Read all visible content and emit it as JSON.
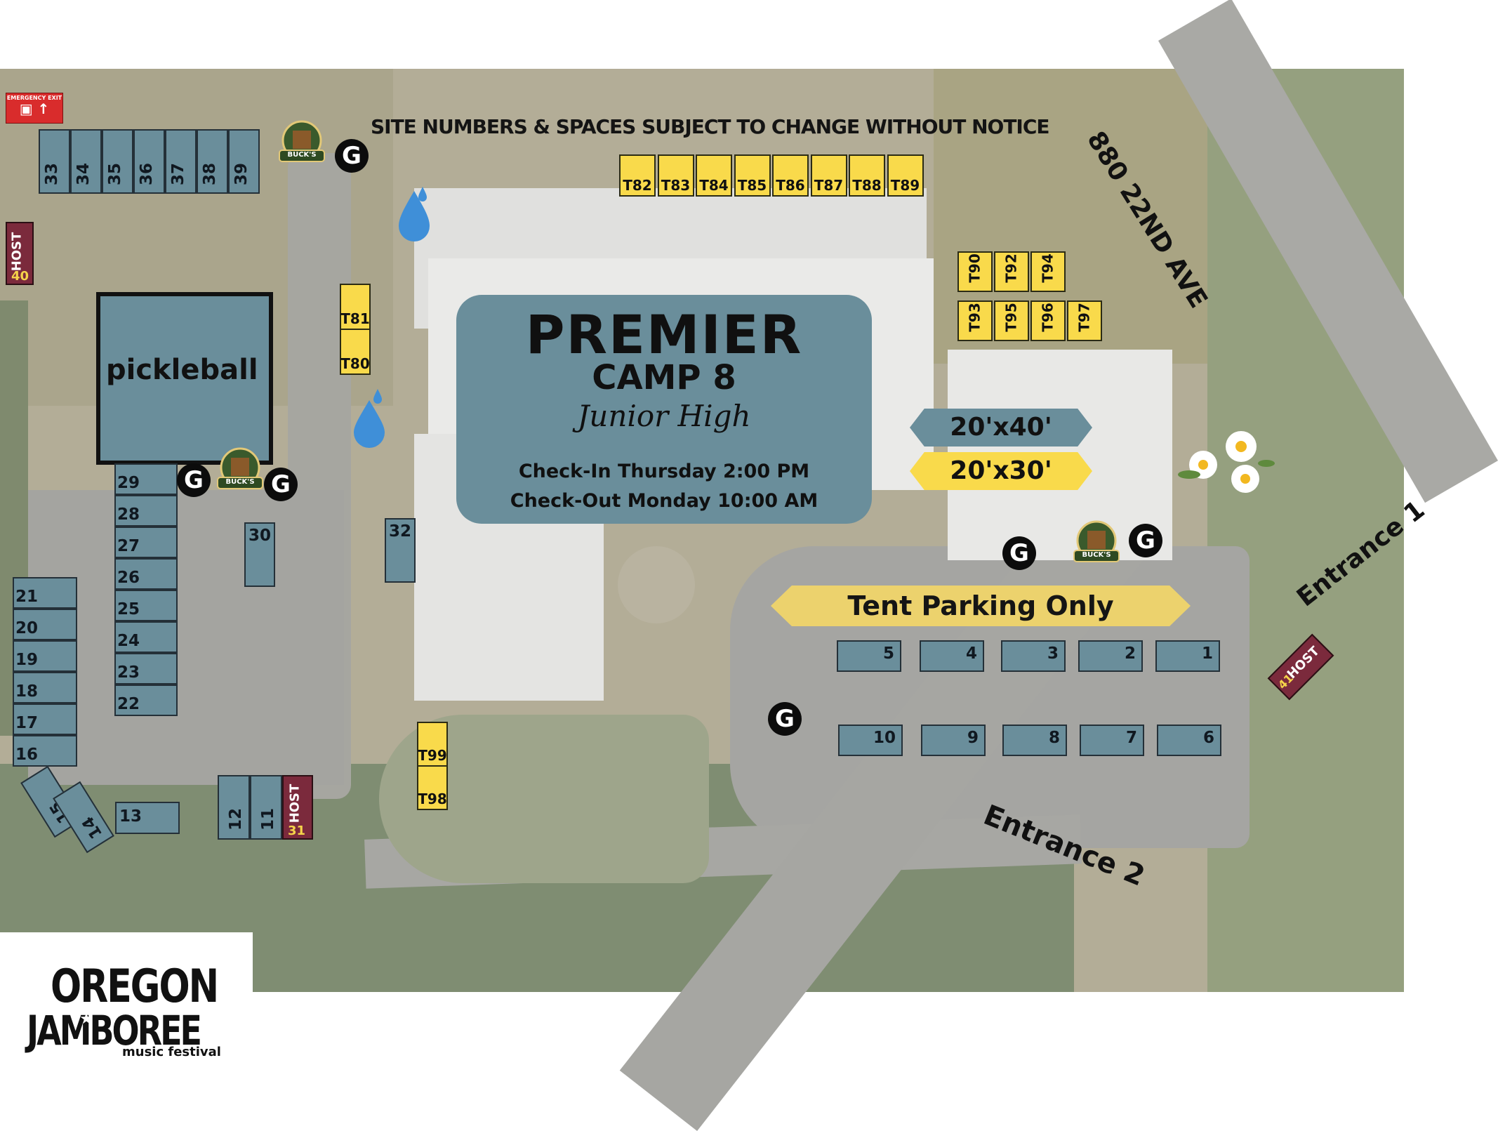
{
  "notice": "SITE NUMBERS & SPACES SUBJECT TO CHANGE WITHOUT NOTICE",
  "address": "880 22ND AVE",
  "entrance1": "Entrance 1",
  "entrance2": "Entrance 2",
  "tent_parking": "Tent Parking Only",
  "pickleball": "pickleball",
  "emergency_exit": "EMERGENCY EXIT",
  "title": {
    "main": "PREMIER",
    "camp": "CAMP 8",
    "sub": "Junior High",
    "checkin": "Check-In Thursday 2:00 PM",
    "checkout": "Check-Out Monday 10:00 AM"
  },
  "legend": {
    "large": "20'x40'",
    "small": "20'x30'"
  },
  "host_label": "HOST",
  "host_sites": [
    "40",
    "31",
    "41"
  ],
  "bucks_label": "BUCK'S",
  "garbage_label": "G",
  "sites_top_row": [
    "33",
    "34",
    "35",
    "36",
    "37",
    "38",
    "39"
  ],
  "sites_col_mid": [
    "29",
    "28",
    "27",
    "26",
    "25",
    "24",
    "23",
    "22"
  ],
  "sites_col_left": [
    "21",
    "20",
    "19",
    "18",
    "17",
    "16"
  ],
  "sites_misc": [
    "30",
    "32",
    "15",
    "14",
    "13",
    "12",
    "11"
  ],
  "sites_row_a": [
    "5",
    "4",
    "3",
    "2",
    "1"
  ],
  "sites_row_b": [
    "10",
    "9",
    "8",
    "7",
    "6"
  ],
  "tent_top_row": [
    "T82",
    "T83",
    "T84",
    "T85",
    "T86",
    "T87",
    "T88",
    "T89"
  ],
  "tent_block_a": [
    "T90",
    "T92",
    "T94"
  ],
  "tent_block_b": [
    "T93",
    "T95",
    "T96",
    "T97"
  ],
  "tent_left": [
    "T81",
    "T80"
  ],
  "tent_bottom": [
    "T99",
    "T98"
  ],
  "logo": {
    "line1": "OREGON",
    "line2": "JAMBOREE",
    "line3": "music festival"
  },
  "colors": {
    "site_blue": "#6a8e9b",
    "tent_yellow": "#f9da4b",
    "host_maroon": "#7b2a3c",
    "title_bg": "#6a8e9b"
  }
}
